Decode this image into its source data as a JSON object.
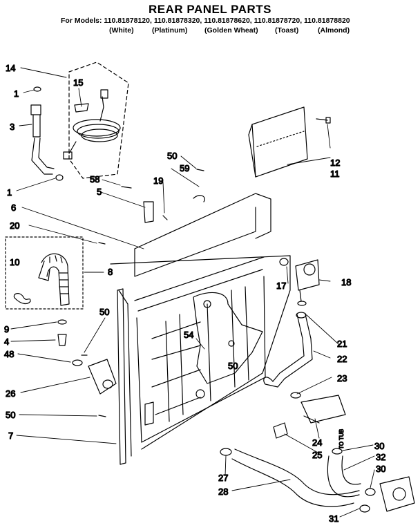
{
  "title": "REAR PANEL PARTS",
  "models_line": "For Models: 110.81878120, 110.81878320, 110.81878620, 110.81878720, 110.81878820",
  "colors": [
    "(White)",
    "(Platinum)",
    "(Golden Wheat)",
    "(Toast)",
    "(Almond)"
  ],
  "to_tub_label": "TO TUB",
  "callouts": [
    "14",
    "15",
    "1",
    "3",
    "1",
    "58",
    "5",
    "59",
    "19",
    "50",
    "12",
    "11",
    "6",
    "20",
    "10",
    "8",
    "17",
    "18",
    "9",
    "4",
    "50",
    "54",
    "48",
    "50",
    "21",
    "22",
    "23",
    "26",
    "50",
    "7",
    "24",
    "25",
    "30",
    "32",
    "30",
    "27",
    "28",
    "31"
  ]
}
